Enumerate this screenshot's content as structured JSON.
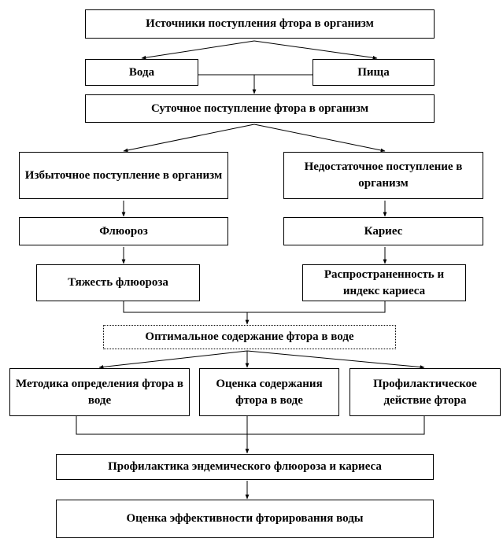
{
  "nodes": {
    "sources": "Источники поступления фтора в организм",
    "water": "Вода",
    "food": "Пища",
    "daily_intake": "Суточное поступление фтора в организм",
    "excess_intake": "Избыточное поступление в организм",
    "insufficient_intake": "Недостаточное поступление в организм",
    "fluorosis": "Флюороз",
    "caries": "Кариес",
    "fluorosis_severity": "Тяжесть флюороза",
    "caries_prevalence": "Распространенность и индекс кариеса",
    "optimal_content": "Оптимальное содержание фтора в воде",
    "method_determination": "Методика определения фтора в воде",
    "content_assessment": "Оценка содержания фтора в воде",
    "preventive_action": "Профилактическое действие фтора",
    "prevention": "Профилактика эндемического флюороза и кариеса",
    "fluoridation_assessment": "Оценка эффективности фторирования воды"
  }
}
